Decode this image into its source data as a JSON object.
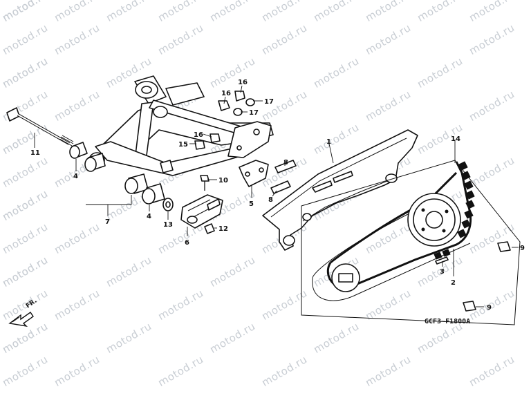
{
  "diagram": {
    "watermark_text": "motod.ru",
    "code_label": "GCF3~F1800A",
    "direction_label": "FR.",
    "callouts": {
      "c1": "1",
      "c2": "2",
      "c3": "3",
      "c4a": "4",
      "c4b": "4",
      "c5": "5",
      "c6": "6",
      "c7": "7",
      "c8a": "8",
      "c8b": "8",
      "c9a": "9",
      "c9b": "9",
      "c10": "10",
      "c11": "11",
      "c12": "12",
      "c13": "13",
      "c14": "14",
      "c15": "15",
      "c16a": "16",
      "c16b": "16",
      "c16c": "16",
      "c17a": "17",
      "c17b": "17"
    }
  }
}
